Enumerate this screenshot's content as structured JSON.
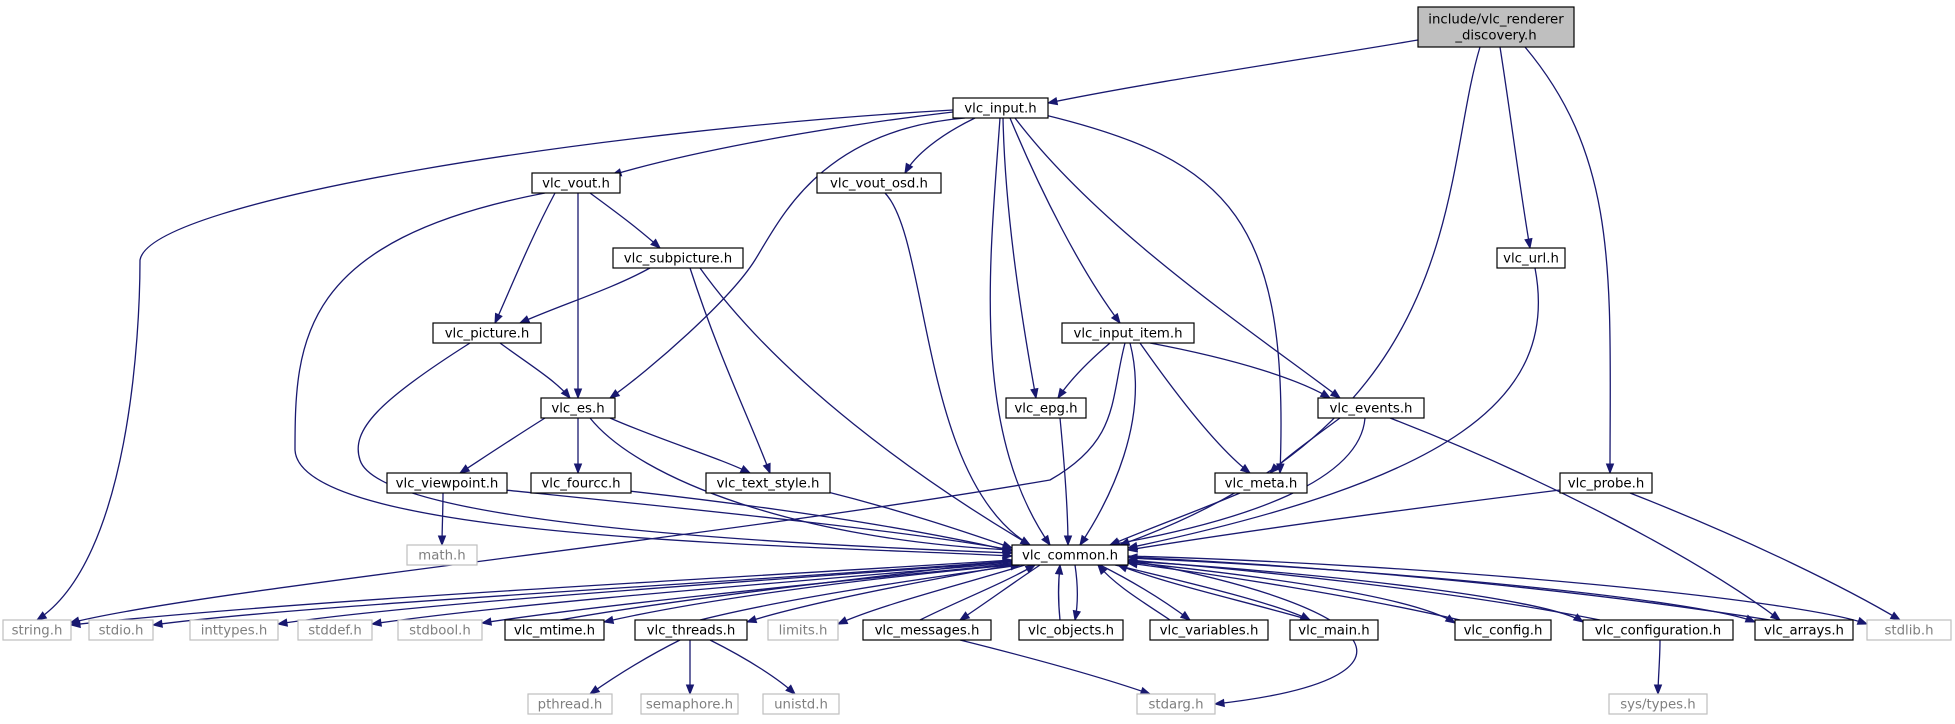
{
  "colors": {
    "edge": "#191970",
    "root_fill": "#bfbfbf",
    "node_border": "#000000",
    "system_border": "#bfbfbf",
    "system_text": "#7f7f7f",
    "text": "#000000"
  },
  "nodes": [
    {
      "id": "root",
      "lines": [
        "include/vlc_renderer",
        "_discovery.h"
      ],
      "kind": "root"
    },
    {
      "id": "vlc_input",
      "lines": [
        "vlc_input.h"
      ],
      "kind": "local"
    },
    {
      "id": "vlc_vout",
      "lines": [
        "vlc_vout.h"
      ],
      "kind": "local"
    },
    {
      "id": "vlc_vout_osd",
      "lines": [
        "vlc_vout_osd.h"
      ],
      "kind": "local"
    },
    {
      "id": "vlc_subpicture",
      "lines": [
        "vlc_subpicture.h"
      ],
      "kind": "local"
    },
    {
      "id": "vlc_picture",
      "lines": [
        "vlc_picture.h"
      ],
      "kind": "local"
    },
    {
      "id": "vlc_es",
      "lines": [
        "vlc_es.h"
      ],
      "kind": "local"
    },
    {
      "id": "vlc_input_item",
      "lines": [
        "vlc_input_item.h"
      ],
      "kind": "local"
    },
    {
      "id": "vlc_epg",
      "lines": [
        "vlc_epg.h"
      ],
      "kind": "local"
    },
    {
      "id": "vlc_events",
      "lines": [
        "vlc_events.h"
      ],
      "kind": "local"
    },
    {
      "id": "vlc_url",
      "lines": [
        "vlc_url.h"
      ],
      "kind": "local"
    },
    {
      "id": "vlc_viewpoint",
      "lines": [
        "vlc_viewpoint.h"
      ],
      "kind": "local"
    },
    {
      "id": "vlc_fourcc",
      "lines": [
        "vlc_fourcc.h"
      ],
      "kind": "local"
    },
    {
      "id": "vlc_text_style",
      "lines": [
        "vlc_text_style.h"
      ],
      "kind": "local"
    },
    {
      "id": "vlc_meta",
      "lines": [
        "vlc_meta.h"
      ],
      "kind": "local"
    },
    {
      "id": "vlc_probe",
      "lines": [
        "vlc_probe.h"
      ],
      "kind": "local"
    },
    {
      "id": "math",
      "lines": [
        "math.h"
      ],
      "kind": "system"
    },
    {
      "id": "vlc_common",
      "lines": [
        "vlc_common.h"
      ],
      "kind": "local"
    },
    {
      "id": "string",
      "lines": [
        "string.h"
      ],
      "kind": "system"
    },
    {
      "id": "stdio",
      "lines": [
        "stdio.h"
      ],
      "kind": "system"
    },
    {
      "id": "inttypes",
      "lines": [
        "inttypes.h"
      ],
      "kind": "system"
    },
    {
      "id": "stddef",
      "lines": [
        "stddef.h"
      ],
      "kind": "system"
    },
    {
      "id": "stdbool",
      "lines": [
        "stdbool.h"
      ],
      "kind": "system"
    },
    {
      "id": "vlc_mtime",
      "lines": [
        "vlc_mtime.h"
      ],
      "kind": "local"
    },
    {
      "id": "vlc_threads",
      "lines": [
        "vlc_threads.h"
      ],
      "kind": "local"
    },
    {
      "id": "limits",
      "lines": [
        "limits.h"
      ],
      "kind": "system"
    },
    {
      "id": "vlc_messages",
      "lines": [
        "vlc_messages.h"
      ],
      "kind": "local"
    },
    {
      "id": "vlc_objects",
      "lines": [
        "vlc_objects.h"
      ],
      "kind": "local"
    },
    {
      "id": "vlc_variables",
      "lines": [
        "vlc_variables.h"
      ],
      "kind": "local"
    },
    {
      "id": "vlc_main",
      "lines": [
        "vlc_main.h"
      ],
      "kind": "local"
    },
    {
      "id": "vlc_config",
      "lines": [
        "vlc_config.h"
      ],
      "kind": "local"
    },
    {
      "id": "vlc_configuration",
      "lines": [
        "vlc_configuration.h"
      ],
      "kind": "local"
    },
    {
      "id": "vlc_arrays",
      "lines": [
        "vlc_arrays.h"
      ],
      "kind": "local"
    },
    {
      "id": "stdlib",
      "lines": [
        "stdlib.h"
      ],
      "kind": "system"
    },
    {
      "id": "pthread",
      "lines": [
        "pthread.h"
      ],
      "kind": "system"
    },
    {
      "id": "semaphore",
      "lines": [
        "semaphore.h"
      ],
      "kind": "system"
    },
    {
      "id": "unistd",
      "lines": [
        "unistd.h"
      ],
      "kind": "system"
    },
    {
      "id": "stdarg",
      "lines": [
        "stdarg.h"
      ],
      "kind": "system"
    },
    {
      "id": "sys_types",
      "lines": [
        "sys/types.h"
      ],
      "kind": "system"
    }
  ],
  "edges": [
    {
      "from": "root",
      "to": "vlc_input"
    },
    {
      "from": "root",
      "to": "vlc_common"
    },
    {
      "from": "root",
      "to": "vlc_url"
    },
    {
      "from": "root",
      "to": "vlc_probe"
    },
    {
      "from": "vlc_input",
      "to": "string"
    },
    {
      "from": "vlc_input",
      "to": "vlc_vout"
    },
    {
      "from": "vlc_input",
      "to": "vlc_vout_osd"
    },
    {
      "from": "vlc_input",
      "to": "vlc_es"
    },
    {
      "from": "vlc_input",
      "to": "vlc_common"
    },
    {
      "from": "vlc_input",
      "to": "vlc_epg"
    },
    {
      "from": "vlc_input",
      "to": "vlc_input_item"
    },
    {
      "from": "vlc_input",
      "to": "vlc_events"
    },
    {
      "from": "vlc_input",
      "to": "vlc_meta"
    },
    {
      "from": "vlc_vout",
      "to": "vlc_common"
    },
    {
      "from": "vlc_vout",
      "to": "vlc_picture"
    },
    {
      "from": "vlc_vout",
      "to": "vlc_es"
    },
    {
      "from": "vlc_vout",
      "to": "vlc_subpicture"
    },
    {
      "from": "vlc_vout_osd",
      "to": "vlc_common"
    },
    {
      "from": "vlc_subpicture",
      "to": "vlc_picture"
    },
    {
      "from": "vlc_subpicture",
      "to": "vlc_text_style"
    },
    {
      "from": "vlc_subpicture",
      "to": "vlc_common"
    },
    {
      "from": "vlc_picture",
      "to": "vlc_es"
    },
    {
      "from": "vlc_picture",
      "to": "vlc_common"
    },
    {
      "from": "vlc_es",
      "to": "vlc_viewpoint"
    },
    {
      "from": "vlc_es",
      "to": "vlc_fourcc"
    },
    {
      "from": "vlc_es",
      "to": "vlc_text_style"
    },
    {
      "from": "vlc_es",
      "to": "vlc_common"
    },
    {
      "from": "vlc_input_item",
      "to": "vlc_epg"
    },
    {
      "from": "vlc_input_item",
      "to": "vlc_events"
    },
    {
      "from": "vlc_input_item",
      "to": "vlc_meta"
    },
    {
      "from": "vlc_input_item",
      "to": "vlc_common"
    },
    {
      "from": "vlc_input_item",
      "to": "string"
    },
    {
      "from": "vlc_epg",
      "to": "vlc_common"
    },
    {
      "from": "vlc_events",
      "to": "vlc_meta"
    },
    {
      "from": "vlc_events",
      "to": "vlc_common"
    },
    {
      "from": "vlc_events",
      "to": "vlc_arrays"
    },
    {
      "from": "vlc_url",
      "to": "vlc_common"
    },
    {
      "from": "vlc_viewpoint",
      "to": "math"
    },
    {
      "from": "vlc_viewpoint",
      "to": "vlc_common"
    },
    {
      "from": "vlc_fourcc",
      "to": "vlc_common"
    },
    {
      "from": "vlc_text_style",
      "to": "vlc_common"
    },
    {
      "from": "vlc_meta",
      "to": "vlc_common"
    },
    {
      "from": "vlc_probe",
      "to": "vlc_common"
    },
    {
      "from": "vlc_probe",
      "to": "stdlib"
    },
    {
      "from": "vlc_common",
      "to": "string"
    },
    {
      "from": "vlc_common",
      "to": "stdio"
    },
    {
      "from": "vlc_common",
      "to": "inttypes"
    },
    {
      "from": "vlc_common",
      "to": "stddef"
    },
    {
      "from": "vlc_common",
      "to": "stdbool"
    },
    {
      "from": "vlc_common",
      "to": "vlc_mtime"
    },
    {
      "from": "vlc_common",
      "to": "vlc_threads"
    },
    {
      "from": "vlc_common",
      "to": "limits"
    },
    {
      "from": "vlc_common",
      "to": "vlc_messages"
    },
    {
      "from": "vlc_common",
      "to": "vlc_objects"
    },
    {
      "from": "vlc_common",
      "to": "vlc_variables"
    },
    {
      "from": "vlc_common",
      "to": "vlc_main"
    },
    {
      "from": "vlc_common",
      "to": "vlc_config"
    },
    {
      "from": "vlc_common",
      "to": "vlc_configuration"
    },
    {
      "from": "vlc_common",
      "to": "vlc_arrays"
    },
    {
      "from": "vlc_common",
      "to": "stdlib"
    },
    {
      "from": "vlc_common",
      "to": "stdarg"
    },
    {
      "from": "vlc_mtime",
      "to": "vlc_common"
    },
    {
      "from": "vlc_threads",
      "to": "vlc_common"
    },
    {
      "from": "vlc_threads",
      "to": "pthread"
    },
    {
      "from": "vlc_threads",
      "to": "semaphore"
    },
    {
      "from": "vlc_threads",
      "to": "unistd"
    },
    {
      "from": "vlc_messages",
      "to": "vlc_common"
    },
    {
      "from": "vlc_messages",
      "to": "stdarg"
    },
    {
      "from": "vlc_objects",
      "to": "vlc_common"
    },
    {
      "from": "vlc_variables",
      "to": "vlc_common"
    },
    {
      "from": "vlc_main",
      "to": "vlc_common"
    },
    {
      "from": "vlc_config",
      "to": "vlc_common"
    },
    {
      "from": "vlc_configuration",
      "to": "vlc_common"
    },
    {
      "from": "vlc_configuration",
      "to": "sys_types"
    },
    {
      "from": "vlc_arrays",
      "to": "vlc_common"
    }
  ]
}
